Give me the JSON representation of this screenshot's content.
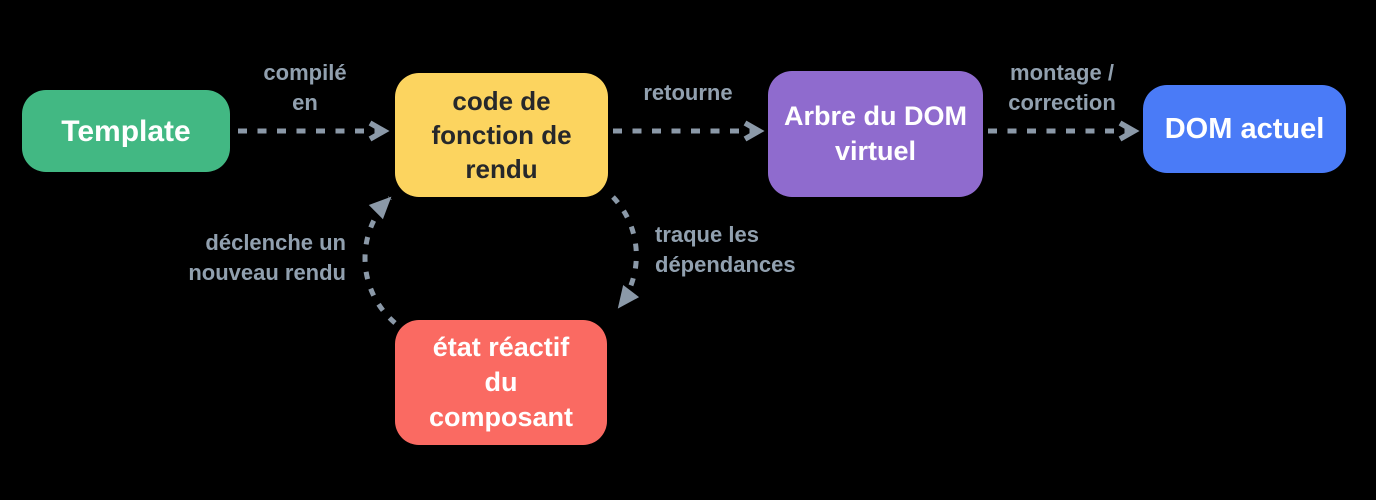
{
  "diagram": {
    "title": "Vue rendering pipeline (French)",
    "background_color": "#000000",
    "arrow_color": "#8b99a8",
    "label_color": "#91a0af",
    "nodes": [
      {
        "id": "template",
        "label": "Template",
        "color": "#42b883",
        "text_color": "#ffffff"
      },
      {
        "id": "render-function-code",
        "label": "code de\nfonction de\nrendu",
        "color": "#fcd45f",
        "text_color": "#26282b"
      },
      {
        "id": "virtual-dom-tree",
        "label": "Arbre du DOM\nvirtuel",
        "color": "#8f6bce",
        "text_color": "#ffffff"
      },
      {
        "id": "actual-dom",
        "label": "DOM actuel",
        "color": "#4a7bf7",
        "text_color": "#ffffff"
      },
      {
        "id": "reactive-state",
        "label": "état réactif\ndu\ncomposant",
        "color": "#fa6a62",
        "text_color": "#ffffff"
      }
    ],
    "edges": [
      {
        "from": "template",
        "to": "render-function-code",
        "label": "compilé\nen"
      },
      {
        "from": "render-function-code",
        "to": "virtual-dom-tree",
        "label": "retourne"
      },
      {
        "from": "virtual-dom-tree",
        "to": "actual-dom",
        "label": "montage /\ncorrection"
      },
      {
        "from": "render-function-code",
        "to": "reactive-state",
        "label": "traque les\ndépendances"
      },
      {
        "from": "reactive-state",
        "to": "render-function-code",
        "label": "déclenche un\nnouveau rendu"
      }
    ]
  }
}
